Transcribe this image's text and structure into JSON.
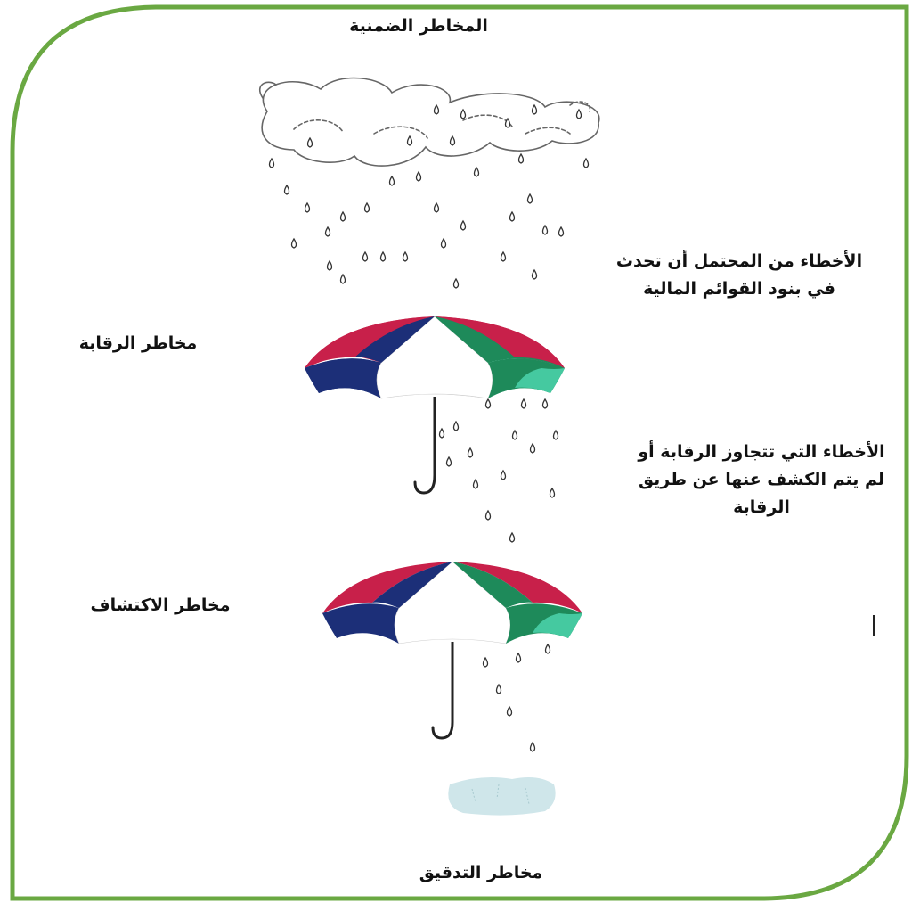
{
  "labels": {
    "inherent_risk": "المخاطر الضمنية",
    "control_risk": "مخاطر الرقابة",
    "detection_risk": "مخاطر الاكتشاف",
    "audit_risk": "مخاطر التدقيق"
  },
  "notes": {
    "possible_errors": [
      "الأخطاء من المحتمل أن تحدث",
      "في بنود القوائم المالية"
    ],
    "bypassed_errors": [
      "الأخطاء التي تتجاوز الرقابة أو",
      "لم يتم الكشف عنها عن طريق",
      "الرقابة"
    ]
  },
  "icons": [
    "cloud-icon",
    "raindrop-icon",
    "umbrella-icon",
    "puddle-icon"
  ],
  "colors": {
    "frame": "#6aa842",
    "umbrella_red": "#c8204a",
    "umbrella_navy": "#1c2f78",
    "umbrella_green": "#1e8a5a",
    "umbrella_white": "#ffffff",
    "puddle": "#cfe6ea"
  }
}
